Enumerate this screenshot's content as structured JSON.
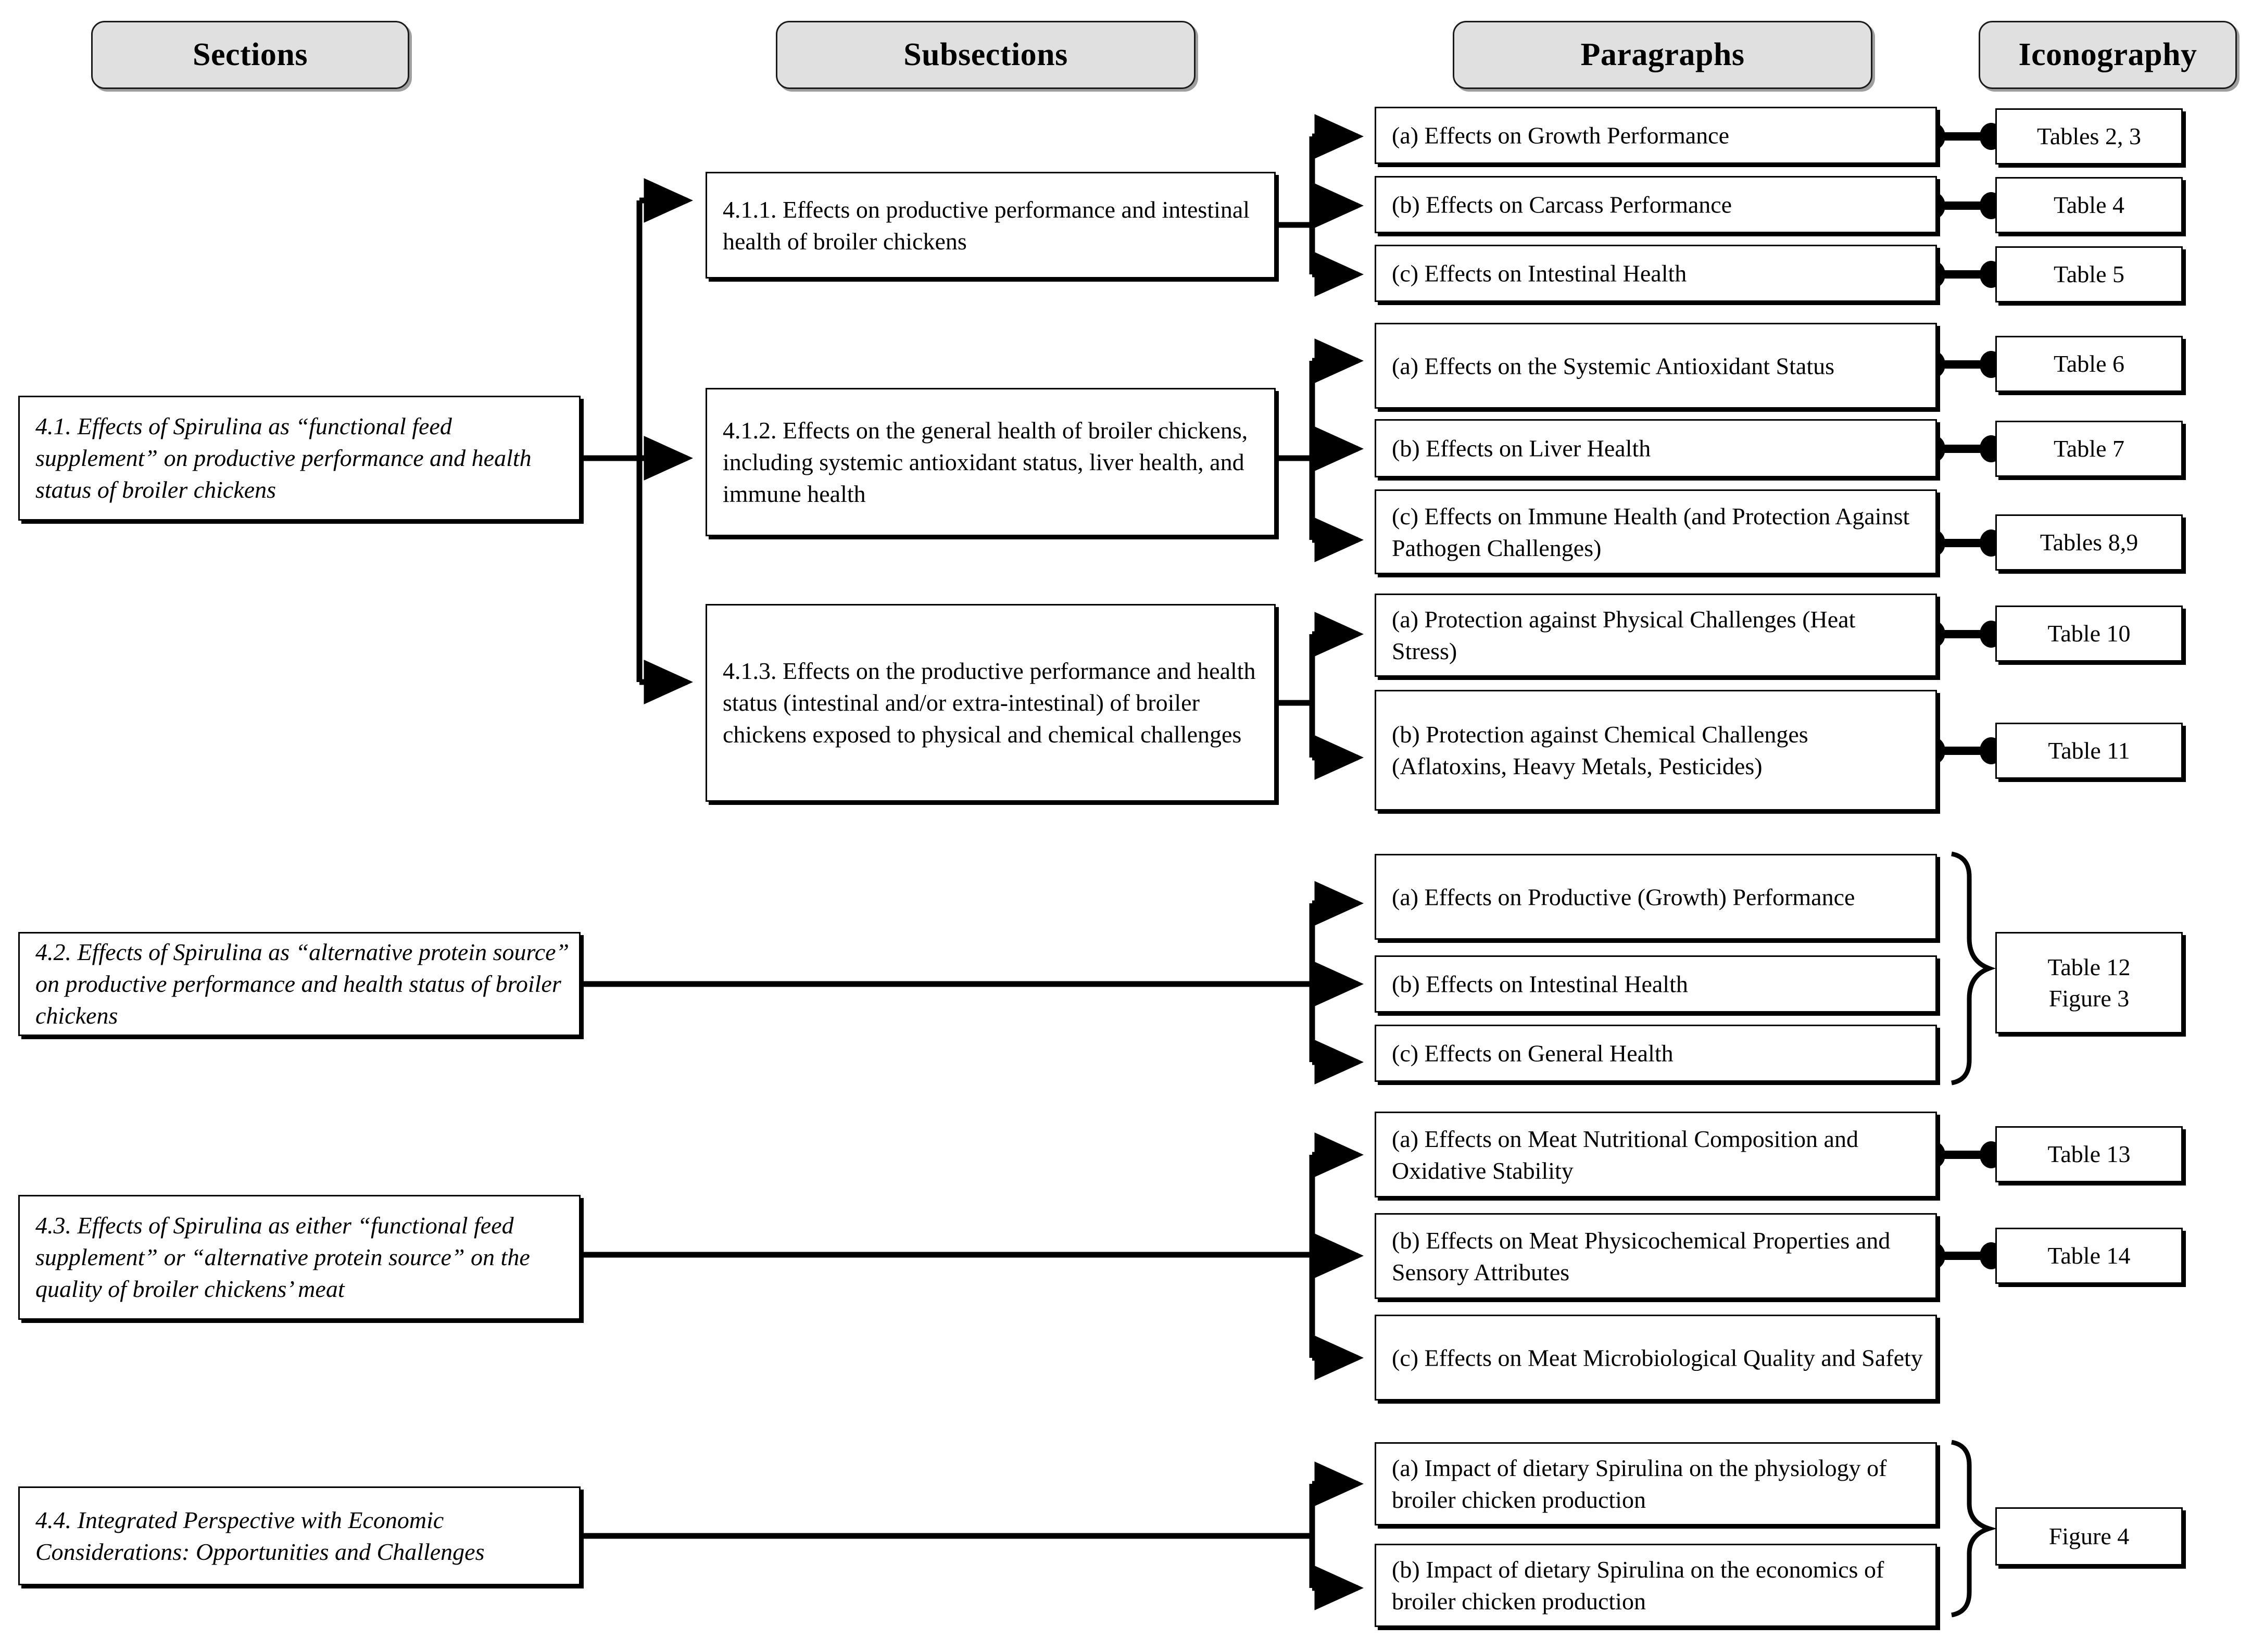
{
  "headers": [
    {
      "label": "Sections"
    },
    {
      "label": "Subsections"
    },
    {
      "label": "Paragraphs"
    },
    {
      "label": "Iconography"
    }
  ],
  "sections": [
    {
      "id": "4.1",
      "label": "4.1. Effects of Spirulina as “functional feed supplement” on productive performance and health status of broiler chickens"
    },
    {
      "id": "4.2",
      "label": "4.2. Effects of Spirulina as “alternative protein source” on productive performance and health status of broiler chickens"
    },
    {
      "id": "4.3",
      "label": "4.3. Effects of Spirulina as either “functional feed supplement” or “alternative protein source” on the quality of broiler chickens’ meat"
    },
    {
      "id": "4.4",
      "label": "4.4. Integrated Perspective with Economic Considerations: Opportunities and Challenges"
    }
  ],
  "subsections": [
    {
      "id": "4.1.1",
      "label": "4.1.1. Effects on productive performance and intestinal health of broiler chickens"
    },
    {
      "id": "4.1.2",
      "label": "4.1.2. Effects on the general health of broiler chickens, including systemic antioxidant status, liver health, and immune health"
    },
    {
      "id": "4.1.3",
      "label": "4.1.3. Effects on the productive performance and health status (intestinal and/or extra-intestinal) of broiler chickens exposed to physical and chemical challenges"
    }
  ],
  "paragraphs": [
    {
      "key": "p1a",
      "label": "(a) Effects on Growth Performance"
    },
    {
      "key": "p1b",
      "label": "(b) Effects on Carcass Performance"
    },
    {
      "key": "p1c",
      "label": "(c) Effects on Intestinal Health"
    },
    {
      "key": "p2a",
      "label": "(a) Effects on the Systemic Antioxidant Status"
    },
    {
      "key": "p2b",
      "label": "(b) Effects on Liver Health"
    },
    {
      "key": "p2c",
      "label": "(c) Effects on Immune Health (and Protection Against Pathogen Challenges)"
    },
    {
      "key": "p3a",
      "label": "(a) Protection against Physical Challenges (Heat Stress)"
    },
    {
      "key": "p3b",
      "label": "(b) Protection against Chemical Challenges (Aflatoxins, Heavy Metals, Pesticides)"
    },
    {
      "key": "p4a",
      "label": "(a) Effects on Productive (Growth) Performance"
    },
    {
      "key": "p4b",
      "label": "(b) Effects on Intestinal Health"
    },
    {
      "key": "p4c",
      "label": "(c) Effects on General Health"
    },
    {
      "key": "p5a",
      "label": "(a) Effects on Meat Nutritional Composition and Oxidative Stability"
    },
    {
      "key": "p5b",
      "label": "(b) Effects on Meat Physicochemical Properties and Sensory Attributes"
    },
    {
      "key": "p5c",
      "label": "(c) Effects on Meat Microbiological Quality and Safety"
    },
    {
      "key": "p6a",
      "label": "(a) Impact of dietary Spirulina on the physiology of broiler chicken production"
    },
    {
      "key": "p6b",
      "label": "(b) Impact of dietary Spirulina on the economics of broiler chicken production"
    }
  ],
  "iconography": [
    {
      "key": "i1",
      "label": "Tables 2, 3"
    },
    {
      "key": "i2",
      "label": "Table 4"
    },
    {
      "key": "i3",
      "label": "Table 5"
    },
    {
      "key": "i4",
      "label": "Table 6"
    },
    {
      "key": "i5",
      "label": "Table 7"
    },
    {
      "key": "i6",
      "label": "Tables 8,9"
    },
    {
      "key": "i7",
      "label": "Table 10"
    },
    {
      "key": "i8",
      "label": "Table 11"
    },
    {
      "key": "i9",
      "label": "Table 12\nFigure 3"
    },
    {
      "key": "i9a",
      "label": "Table 12"
    },
    {
      "key": "i9b",
      "label": "Figure 3"
    },
    {
      "key": "i10",
      "label": "Table 13"
    },
    {
      "key": "i11",
      "label": "Table 14"
    },
    {
      "key": "i12",
      "label": "Figure 4"
    }
  ],
  "colors": {
    "header_fill": "#e0e0e0",
    "line": "#000000",
    "box_fill": "#ffffff"
  }
}
